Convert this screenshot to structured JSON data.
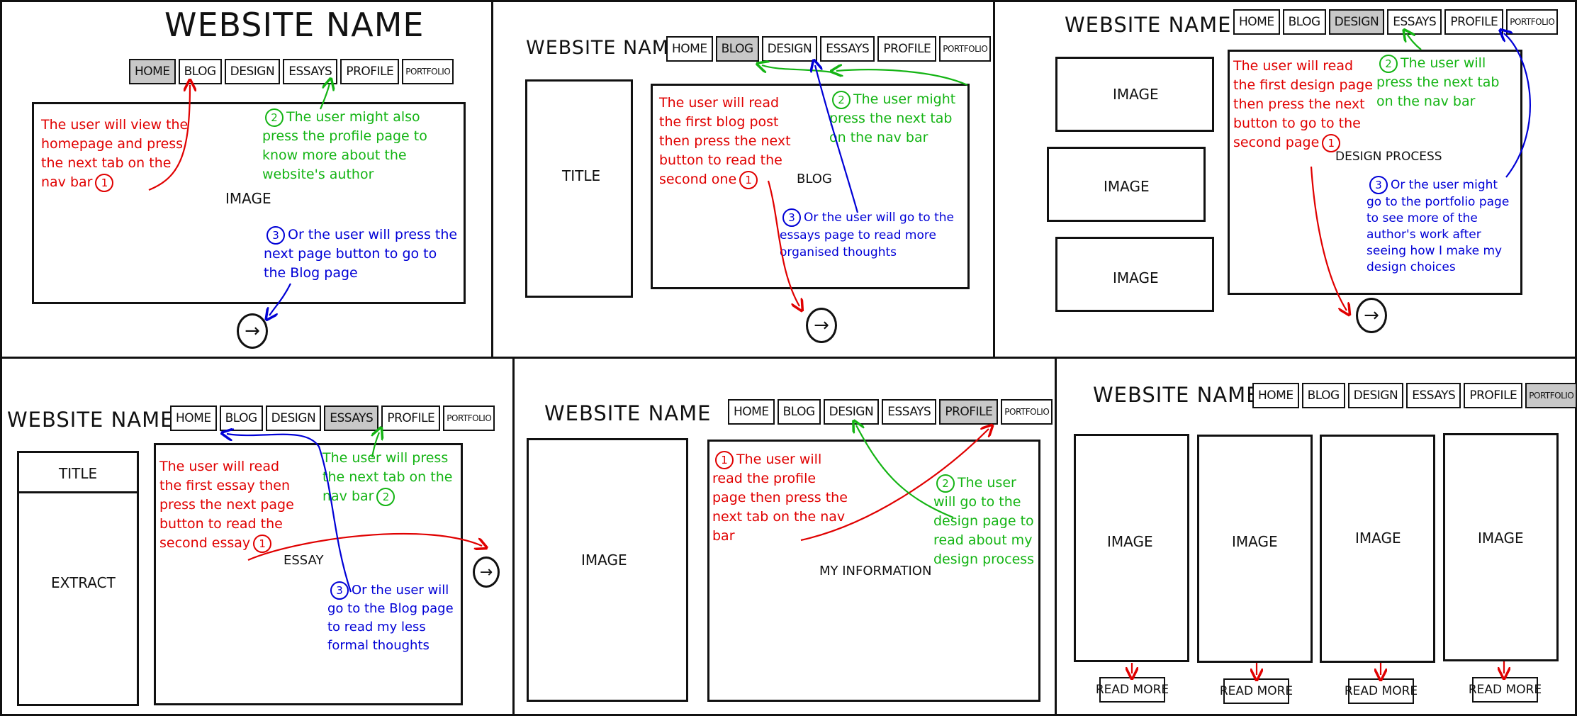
{
  "nav_tabs": [
    "HOME",
    "BLOG",
    "DESIGN",
    "ESSAYS",
    "PROFILE",
    "PORTFOLIO"
  ],
  "website_name": "WEBSITE NAME",
  "colors": {
    "red": "#e00000",
    "green": "#14b414",
    "blue": "#0000d6",
    "active_tab": "#c8c8c8"
  },
  "panels": {
    "home": {
      "active_tab": "HOME",
      "image_label": "IMAGE",
      "note1": "The user will view the homepage and press the next tab on the nav bar",
      "note2": "The user might also press the profile page to know more about the website's author",
      "note3": "Or the user will press the next page button to go to the Blog page"
    },
    "blog": {
      "active_tab": "BLOG",
      "title_label": "TITLE",
      "content_label": "BLOG",
      "note1": "The user will read the first blog post then press the next button to read the second one",
      "note2": "The user might press the next tab on the nav bar",
      "note3": "Or the user will go to the essays page to read more organised thoughts"
    },
    "design": {
      "active_tab": "DESIGN",
      "image_labels": [
        "IMAGE",
        "IMAGE",
        "IMAGE"
      ],
      "content_label": "DESIGN PROCESS",
      "note1": "The user will read the first design page then press the next button to go to the second page",
      "note2": "The user will press the next tab on the nav bar",
      "note3": "Or the user might go to the portfolio page to see more of the author's work after seeing how I make my design choices"
    },
    "essays": {
      "active_tab": "ESSAYS",
      "title_label": "TITLE",
      "extract_label": "EXTRACT",
      "content_label": "ESSAY",
      "note1": "The user will read the first essay then press the next page button to read the second essay",
      "note2": "The user will press the next tab on the nav bar",
      "note3": "Or the user will go to the Blog page to read my less formal thoughts"
    },
    "profile": {
      "active_tab": "PROFILE",
      "image_label": "IMAGE",
      "content_label": "MY INFORMATION",
      "note1": "The user will read the profile page then press the next tab on the nav bar",
      "note2": "The user will go to the design page to read about my design process"
    },
    "portfolio": {
      "active_tab": "PORTFOLIO",
      "image_labels": [
        "IMAGE",
        "IMAGE",
        "IMAGE",
        "IMAGE"
      ],
      "read_more_labels": [
        "READ MORE",
        "READ MORE",
        "READ MORE",
        "READ MORE"
      ]
    }
  },
  "numbers": {
    "one": "1",
    "two": "2",
    "three": "3"
  },
  "next_arrow": "→"
}
